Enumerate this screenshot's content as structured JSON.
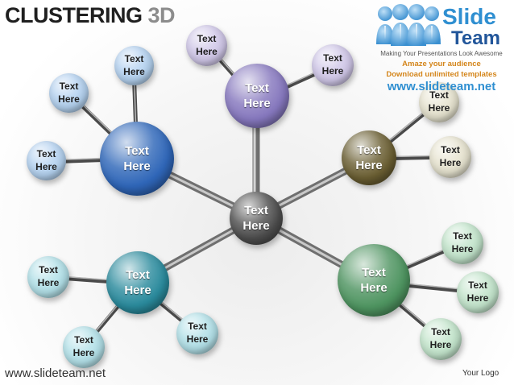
{
  "title": {
    "part1": "CLUSTERING",
    "part2": "3D"
  },
  "logo": {
    "brand_top": "Slide",
    "brand_bottom": "Team",
    "tagline": "Making Your Presentations Look Awesome",
    "promo1": "Amaze your audience",
    "promo2": "Download unlimited templates",
    "url": "www.slideteam.net"
  },
  "footer": {
    "url": "www.slideteam.net",
    "logo_text": "Your Logo"
  },
  "colors": {
    "center": "#4e4e4e",
    "blue": "#2f66b8",
    "purple": "#8577bd",
    "olive": "#6a5e32",
    "teal": "#2a8a9c",
    "green": "#4e9460",
    "pale_blue": "#b4d2f0",
    "pale_purple": "#d0c7e8",
    "pale_cream": "#e6e3cf",
    "pale_teal": "#b2e0e8",
    "pale_green": "#c2e4cb"
  },
  "nodes": {
    "center": {
      "line1": "Text",
      "line2": "Here",
      "color": "center"
    },
    "blue": {
      "main": {
        "line1": "Text",
        "line2": "Here",
        "color": "blue"
      },
      "children": [
        {
          "line1": "Text",
          "line2": "Here",
          "color": "pale_blue"
        },
        {
          "line1": "Text",
          "line2": "Here",
          "color": "pale_blue"
        },
        {
          "line1": "Text",
          "line2": "Here",
          "color": "pale_blue"
        }
      ]
    },
    "purple": {
      "main": {
        "line1": "Text",
        "line2": "Here",
        "color": "purple"
      },
      "children": [
        {
          "line1": "Text",
          "line2": "Here",
          "color": "pale_purple"
        },
        {
          "line1": "Text",
          "line2": "Here",
          "color": "pale_purple"
        }
      ]
    },
    "olive": {
      "main": {
        "line1": "Text",
        "line2": "Here",
        "color": "olive"
      },
      "children": [
        {
          "line1": "Text",
          "line2": "Here",
          "color": "pale_cream"
        },
        {
          "line1": "Text",
          "line2": "Here",
          "color": "pale_cream"
        }
      ]
    },
    "teal": {
      "main": {
        "line1": "Text",
        "line2": "Here",
        "color": "teal"
      },
      "children": [
        {
          "line1": "Text",
          "line2": "Here",
          "color": "pale_teal"
        },
        {
          "line1": "Text",
          "line2": "Here",
          "color": "pale_teal"
        },
        {
          "line1": "Text",
          "line2": "Here",
          "color": "pale_teal"
        }
      ]
    },
    "green": {
      "main": {
        "line1": "Text",
        "line2": "Here",
        "color": "green"
      },
      "children": [
        {
          "line1": "Text",
          "line2": "Here",
          "color": "pale_green"
        },
        {
          "line1": "Text",
          "line2": "Here",
          "color": "pale_green"
        },
        {
          "line1": "Text",
          "line2": "Here",
          "color": "pale_green"
        }
      ]
    }
  }
}
